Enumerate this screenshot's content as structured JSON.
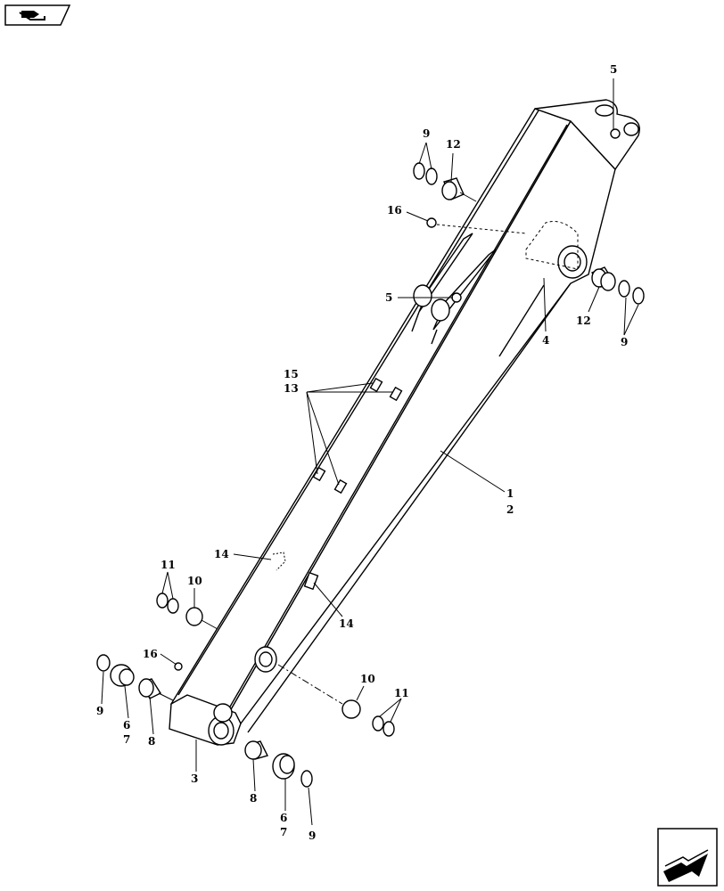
{
  "callouts": [
    {
      "id": "c5a",
      "text": "5"
    },
    {
      "id": "c9a",
      "text": "9"
    },
    {
      "id": "c12a",
      "text": "12"
    },
    {
      "id": "c16a",
      "text": "16"
    },
    {
      "id": "c5b",
      "text": "5"
    },
    {
      "id": "c4",
      "text": "4"
    },
    {
      "id": "c12b",
      "text": "12"
    },
    {
      "id": "c9b",
      "text": "9"
    },
    {
      "id": "c15",
      "text": "15"
    },
    {
      "id": "c13",
      "text": "13"
    },
    {
      "id": "c1",
      "text": "1"
    },
    {
      "id": "c2",
      "text": "2"
    },
    {
      "id": "c14a",
      "text": "14"
    },
    {
      "id": "c14b",
      "text": "14"
    },
    {
      "id": "c11a",
      "text": "11"
    },
    {
      "id": "c10a",
      "text": "10"
    },
    {
      "id": "c16b",
      "text": "16"
    },
    {
      "id": "c9c",
      "text": "9"
    },
    {
      "id": "c6a",
      "text": "6"
    },
    {
      "id": "c7a",
      "text": "7"
    },
    {
      "id": "c8a",
      "text": "8"
    },
    {
      "id": "c3",
      "text": "3"
    },
    {
      "id": "c8b",
      "text": "8"
    },
    {
      "id": "c6b",
      "text": "6"
    },
    {
      "id": "c7b",
      "text": "7"
    },
    {
      "id": "c9d",
      "text": "9"
    },
    {
      "id": "c10b",
      "text": "10"
    },
    {
      "id": "c11b",
      "text": "11"
    }
  ],
  "icons": {
    "top_left": "book-arrow-icon",
    "bottom_right": "next-page-arrow-icon"
  }
}
